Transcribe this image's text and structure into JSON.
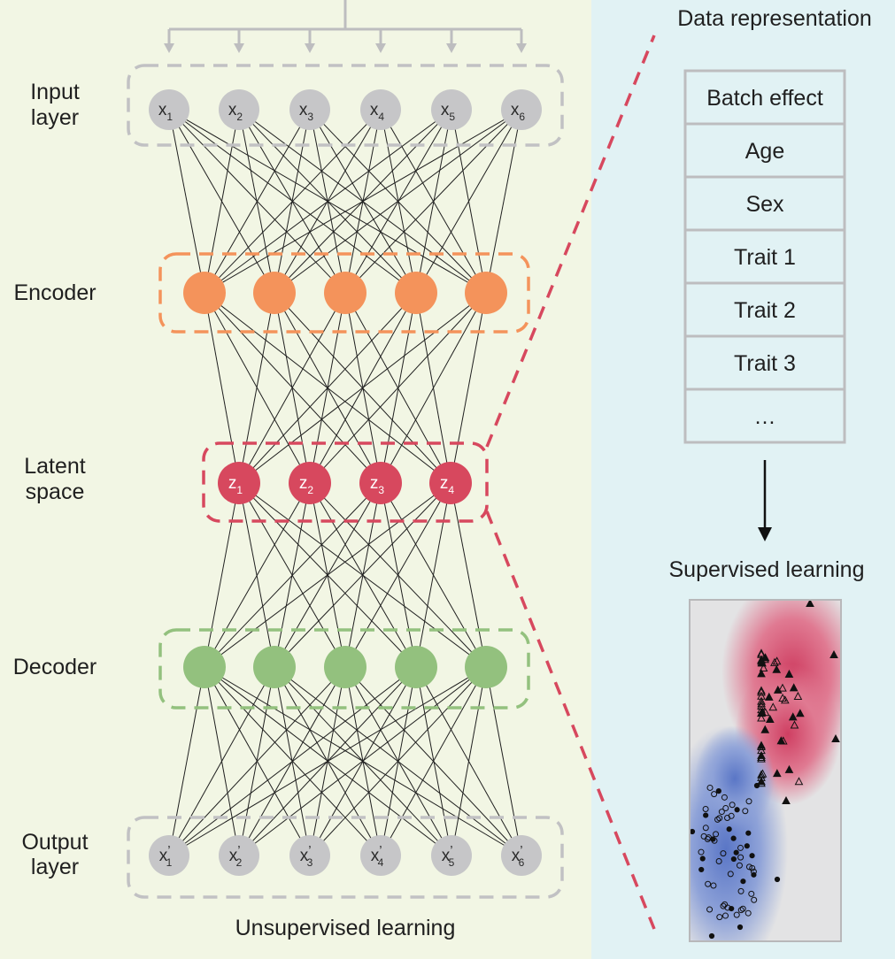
{
  "left_panel": {
    "layers": [
      {
        "key": "input",
        "label_lines": [
          "Input",
          "layer"
        ],
        "nodes": [
          {
            "base": "x",
            "prime": "",
            "sub": "1"
          },
          {
            "base": "x",
            "prime": "",
            "sub": "2"
          },
          {
            "base": "x",
            "prime": "",
            "sub": "3"
          },
          {
            "base": "x",
            "prime": "",
            "sub": "4"
          },
          {
            "base": "x",
            "prime": "",
            "sub": "5"
          },
          {
            "base": "x",
            "prime": "",
            "sub": "6"
          }
        ]
      },
      {
        "key": "encoder",
        "label_lines": [
          "Encoder"
        ],
        "nodes": [
          {
            "base": "",
            "prime": "",
            "sub": ""
          },
          {
            "base": "",
            "prime": "",
            "sub": ""
          },
          {
            "base": "",
            "prime": "",
            "sub": ""
          },
          {
            "base": "",
            "prime": "",
            "sub": ""
          },
          {
            "base": "",
            "prime": "",
            "sub": ""
          }
        ]
      },
      {
        "key": "latent",
        "label_lines": [
          "Latent",
          "space"
        ],
        "nodes": [
          {
            "base": "z",
            "prime": "",
            "sub": "1"
          },
          {
            "base": "z",
            "prime": "",
            "sub": "2"
          },
          {
            "base": "z",
            "prime": "",
            "sub": "3"
          },
          {
            "base": "z",
            "prime": "",
            "sub": "4"
          }
        ]
      },
      {
        "key": "decoder",
        "label_lines": [
          "Decoder"
        ],
        "nodes": [
          {
            "base": "",
            "prime": "",
            "sub": ""
          },
          {
            "base": "",
            "prime": "",
            "sub": ""
          },
          {
            "base": "",
            "prime": "",
            "sub": ""
          },
          {
            "base": "",
            "prime": "",
            "sub": ""
          },
          {
            "base": "",
            "prime": "",
            "sub": ""
          }
        ]
      },
      {
        "key": "output",
        "label_lines": [
          "Output",
          "layer"
        ],
        "nodes": [
          {
            "base": "x",
            "prime": "’",
            "sub": "1"
          },
          {
            "base": "x",
            "prime": "’",
            "sub": "2"
          },
          {
            "base": "x",
            "prime": "’",
            "sub": "3"
          },
          {
            "base": "x",
            "prime": "’",
            "sub": "4"
          },
          {
            "base": "x",
            "prime": "’",
            "sub": "5"
          },
          {
            "base": "x",
            "prime": "’",
            "sub": "6"
          }
        ]
      }
    ],
    "caption": "Unsupervised learning"
  },
  "right_panel": {
    "title": "Data representation",
    "table_rows": [
      "Batch effect",
      "Age",
      "Sex",
      "Trait 1",
      "Trait 2",
      "Trait 3",
      "…"
    ],
    "caption": "Supervised learning"
  },
  "colors": {
    "left_bg": "#f2f6e4",
    "right_bg": "#e1f2f4",
    "input_node": "#c6c6c8",
    "encoder_node": "#f4935b",
    "latent_node": "#d7485e",
    "decoder_node": "#93c17e",
    "output_node": "#c6c6c8",
    "input_box": "#c1c1c3",
    "encoder_box": "#f4935b",
    "latent_box": "#d7485e",
    "decoder_box": "#93c17e",
    "output_box": "#c1c1c3",
    "connector": "#d7485e",
    "table_border": "#bdbdbf",
    "arrow": "#bdbdbf"
  }
}
